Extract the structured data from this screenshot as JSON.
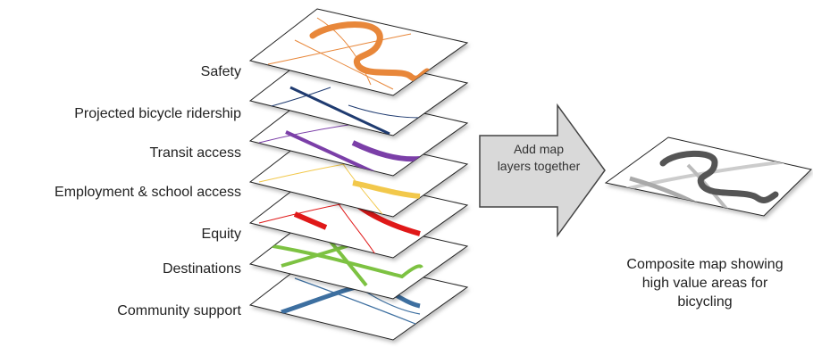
{
  "layers": [
    {
      "label": "Safety",
      "color": "#e8873a"
    },
    {
      "label": "Projected bicycle ridership",
      "color": "#1f3b70"
    },
    {
      "label": "Transit access",
      "color": "#7b3fa8"
    },
    {
      "label": "Employment & school access",
      "color": "#f2c84b"
    },
    {
      "label": "Equity",
      "color": "#e01818"
    },
    {
      "label": "Destinations",
      "color": "#7dc242"
    },
    {
      "label": "Community support",
      "color": "#3d6fa0"
    }
  ],
  "arrow": {
    "lines": [
      "Add map",
      "layers together"
    ],
    "fill": "#d9d9d9"
  },
  "composite": {
    "caption_lines": [
      "Composite map showing",
      "high value areas for",
      "bicycling"
    ],
    "main_color": "#555555",
    "secondary_color": "#cccccc"
  }
}
